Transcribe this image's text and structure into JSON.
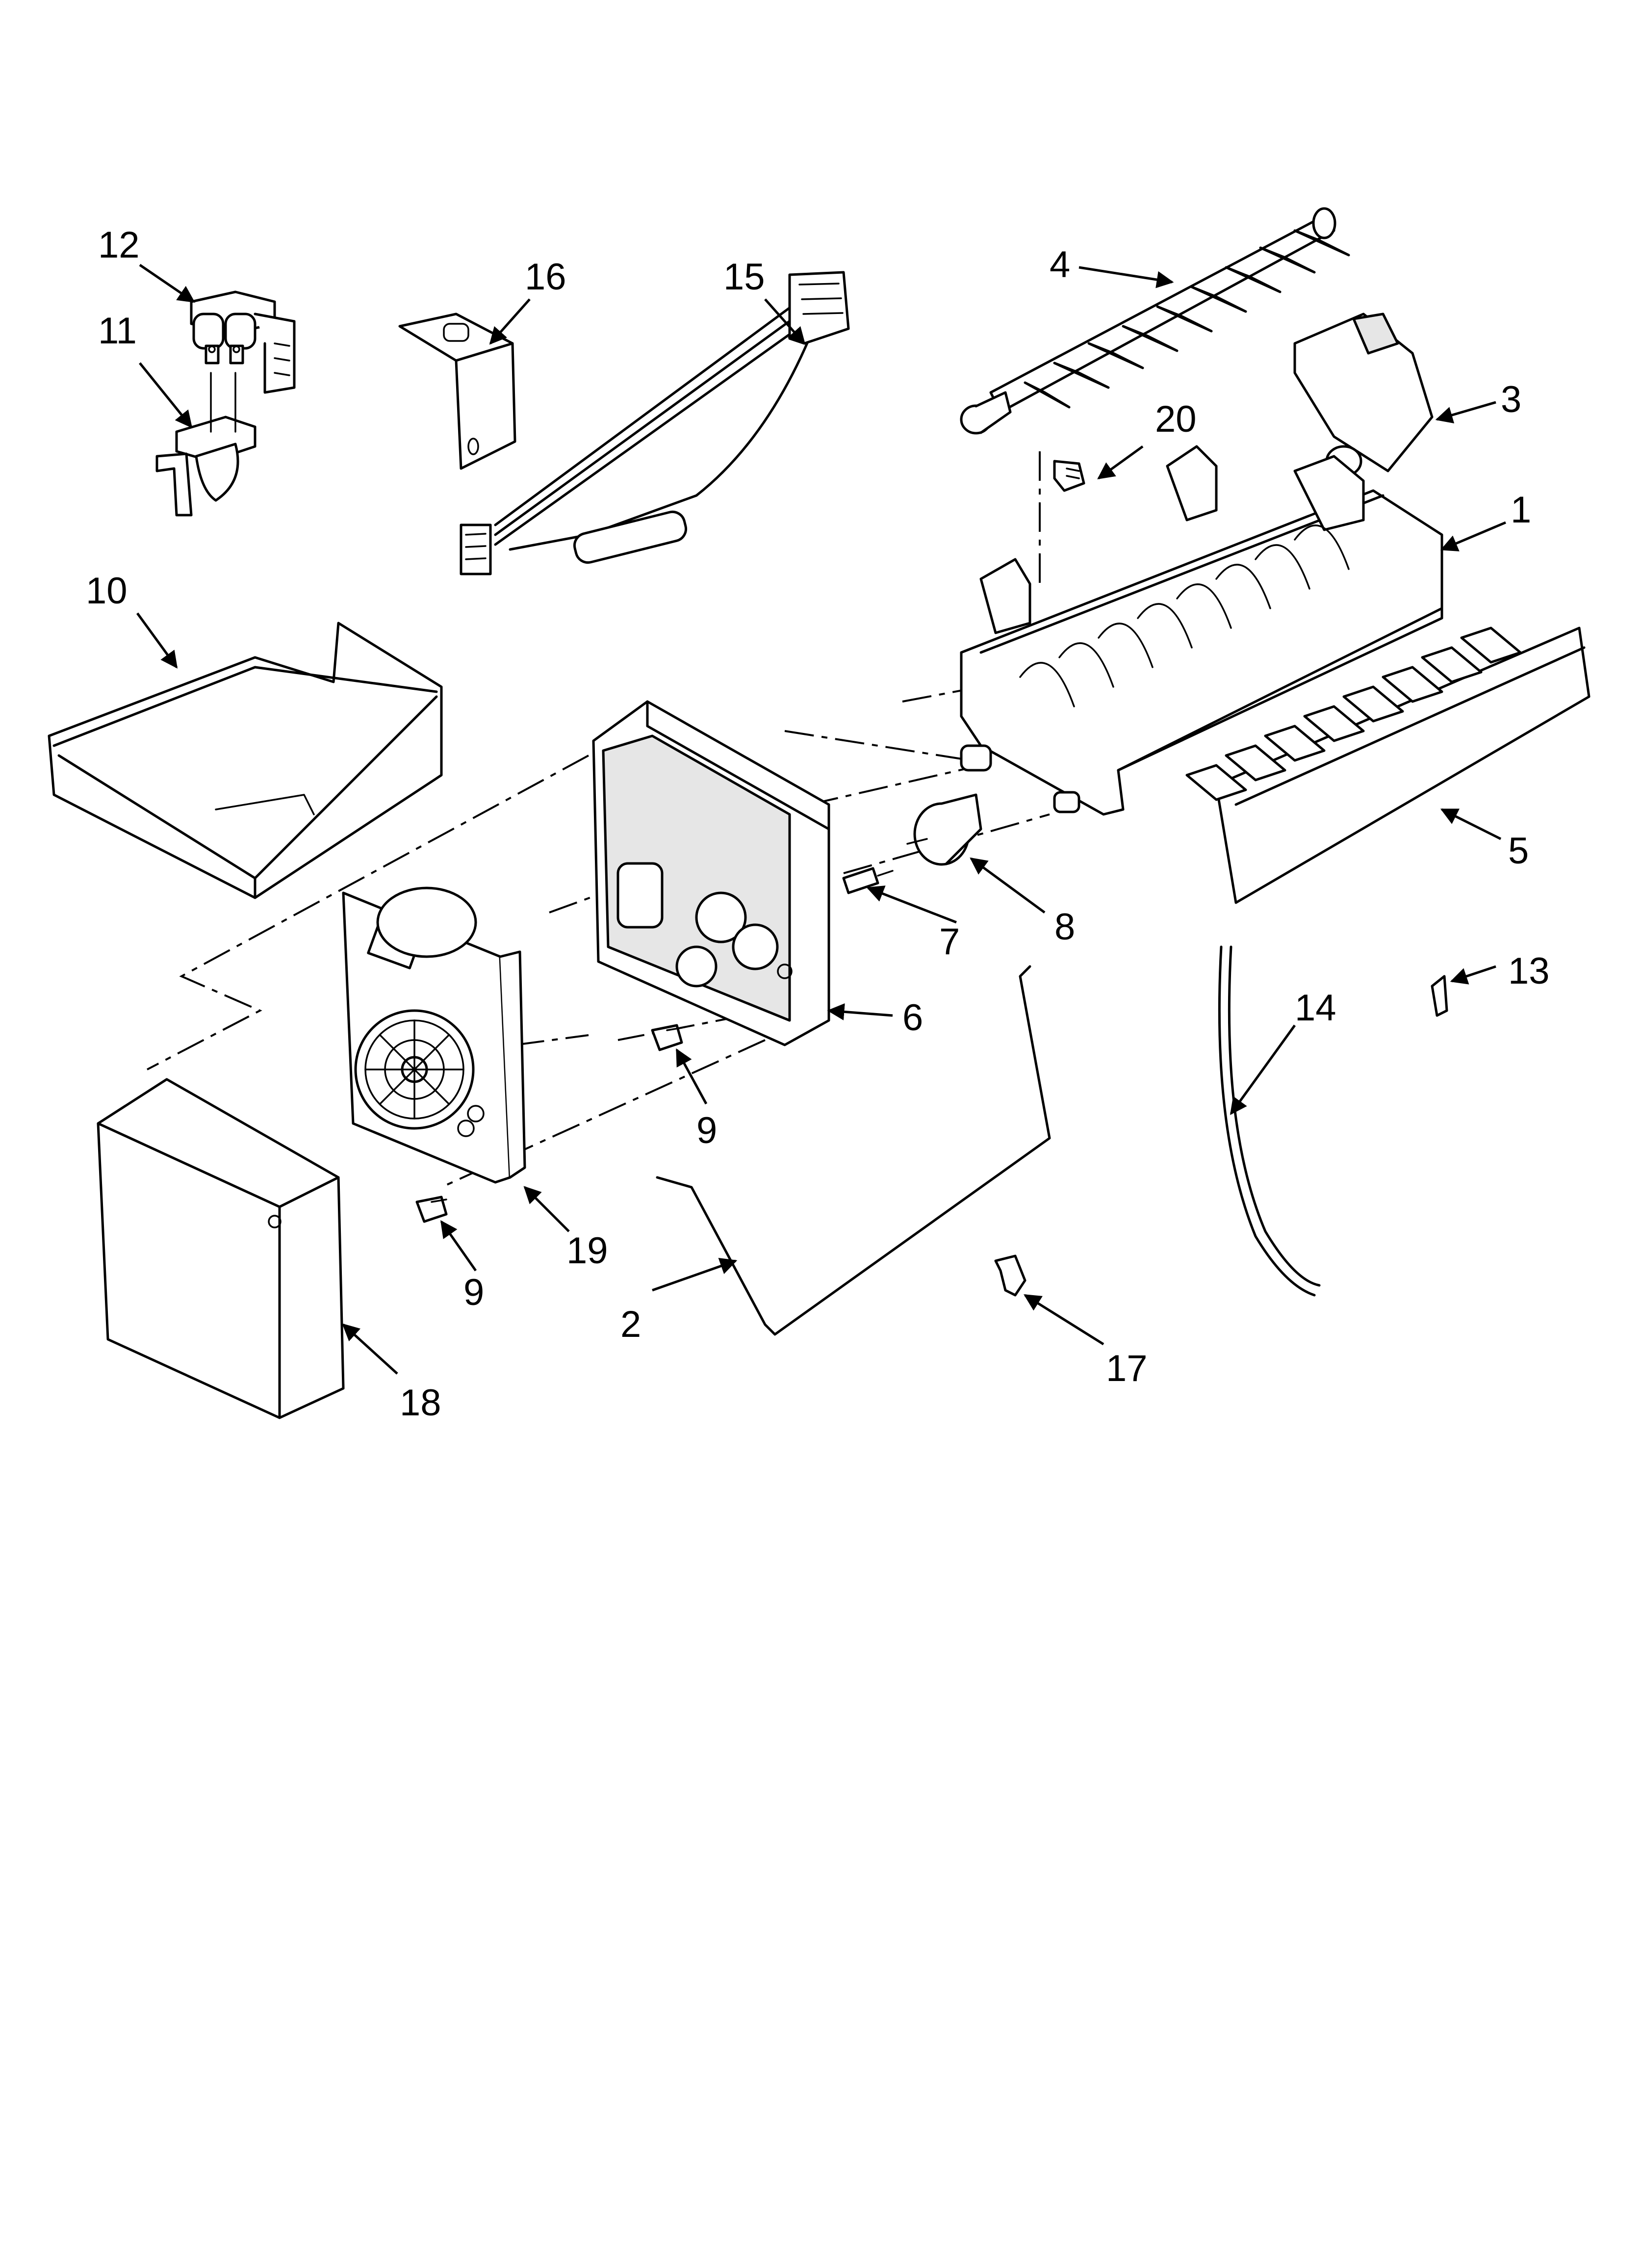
{
  "diagram": {
    "parts": [
      {
        "id": "1",
        "label": "1"
      },
      {
        "id": "2",
        "label": "2"
      },
      {
        "id": "3",
        "label": "3"
      },
      {
        "id": "4",
        "label": "4"
      },
      {
        "id": "5",
        "label": "5"
      },
      {
        "id": "6",
        "label": "6"
      },
      {
        "id": "7",
        "label": "7"
      },
      {
        "id": "8",
        "label": "8"
      },
      {
        "id": "9a",
        "label": "9"
      },
      {
        "id": "9b",
        "label": "9"
      },
      {
        "id": "10",
        "label": "10"
      },
      {
        "id": "11",
        "label": "11"
      },
      {
        "id": "12",
        "label": "12"
      },
      {
        "id": "13",
        "label": "13"
      },
      {
        "id": "14",
        "label": "14"
      },
      {
        "id": "15",
        "label": "15"
      },
      {
        "id": "16",
        "label": "16"
      },
      {
        "id": "17",
        "label": "17"
      },
      {
        "id": "18",
        "label": "18"
      },
      {
        "id": "19",
        "label": "19"
      },
      {
        "id": "20",
        "label": "20"
      }
    ]
  }
}
